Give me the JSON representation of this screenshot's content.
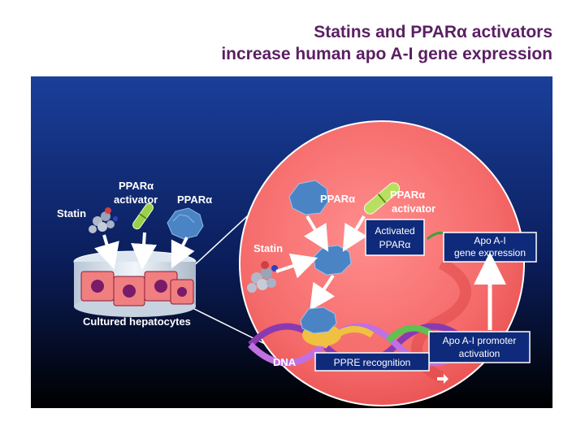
{
  "title": {
    "line1": "Statins and PPARα activators",
    "line2": "increase human apo A-I gene expression"
  },
  "labels": {
    "statin_left": "Statin",
    "ppar_activator_left_1": "PPARα",
    "ppar_activator_left_2": "activator",
    "ppar_left": "PPARα",
    "cultured": "Cultured hepatocytes",
    "ppar_circle": "PPARα",
    "ppar_activator_circle_1": "PPARα",
    "ppar_activator_circle_2": "activator",
    "statin_circle": "Statin",
    "dna": "DNA"
  },
  "boxes": {
    "activated_1": "Activated",
    "activated_2": "PPARα",
    "apo_expr_1": "Apo A-I",
    "apo_expr_2": "gene expression",
    "promoter_1": "Apo A-I promoter",
    "promoter_2": "activation",
    "ppre": "PPRE recognition"
  },
  "colors": {
    "title": "#5b1f63",
    "panel_top": "#1a3f9a",
    "panel_bottom": "#000000",
    "circle": "#ff7a7a",
    "box": "#0f2a7a"
  }
}
